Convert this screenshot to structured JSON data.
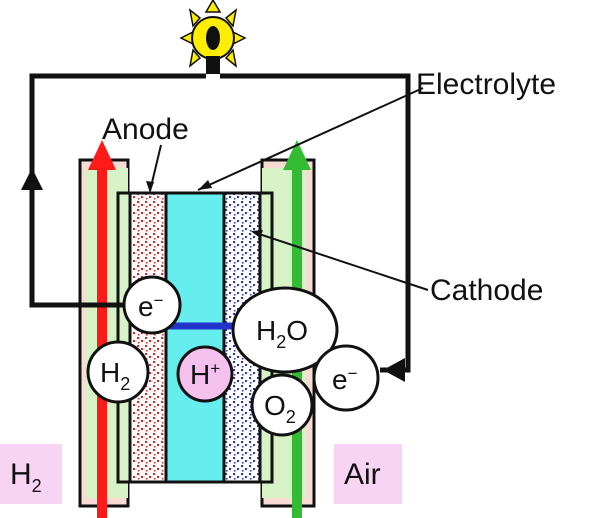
{
  "labels": {
    "electrolyte": "Electrolyte",
    "anode": "Anode",
    "cathode": "Cathode",
    "fuel_inlet": {
      "base": "H",
      "sub": "2"
    },
    "air_inlet": "Air"
  },
  "species": {
    "electron_anode": {
      "base": "e",
      "sup": "−"
    },
    "hydrogen": {
      "base": "H",
      "sub": "2"
    },
    "proton": {
      "base": "H",
      "sup": "+"
    },
    "water": {
      "base": "H",
      "sub": "2",
      "tail": "O"
    },
    "oxygen": {
      "base": "O",
      "sub": "2"
    },
    "electron_cathode": {
      "base": "e",
      "sup": "−"
    }
  },
  "colors": {
    "hydrogen_flow": "#ff1a1a",
    "air_flow": "#33bb33",
    "electrolyte": "#66eeee",
    "gas_channel": "#d8f2c8",
    "plate": "#f8dcd4",
    "anode_dots": "#dd2222",
    "cathode_dots": "#2233bb",
    "label_box": "#f8d4f4",
    "proton_bubble": "#f4c0ee",
    "ion_path": "#2233cc",
    "lamp": "#ffee00"
  }
}
